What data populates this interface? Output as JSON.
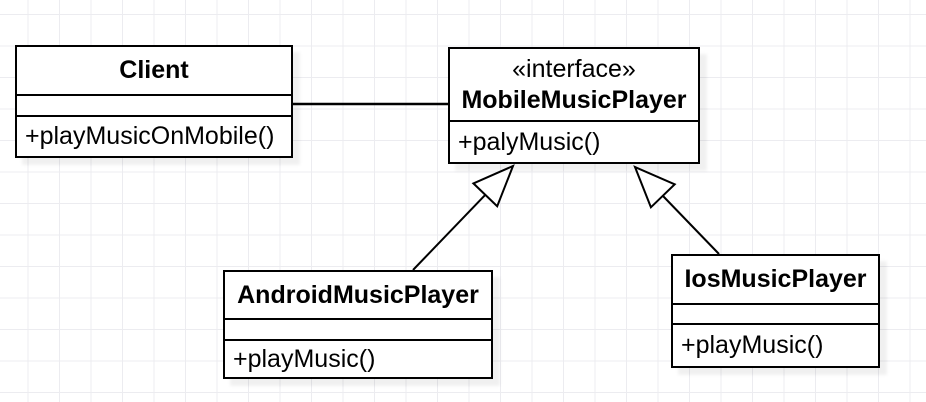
{
  "diagram_type": "uml-class-diagram",
  "canvas": {
    "background_color": "#ffffff",
    "grid_color": "#ececf0",
    "line_color": "#000000",
    "box_fill_color": "#ffffff"
  },
  "classes": {
    "client": {
      "name": "Client",
      "attributes": [],
      "method": "+playMusicOnMobile()"
    },
    "mobileMusicPlayer": {
      "stereotype": "«interface»",
      "name": "MobileMusicPlayer",
      "method": "+palyMusic()"
    },
    "androidMusicPlayer": {
      "name": "AndroidMusicPlayer",
      "attributes": [],
      "method": "+playMusic()"
    },
    "iosMusicPlayer": {
      "name": "IosMusicPlayer",
      "attributes": [],
      "method": "+playMusic()"
    }
  },
  "relationships": [
    {
      "type": "association",
      "from": "Client",
      "to": "MobileMusicPlayer"
    },
    {
      "type": "generalization",
      "from": "AndroidMusicPlayer",
      "to": "MobileMusicPlayer"
    },
    {
      "type": "generalization",
      "from": "IosMusicPlayer",
      "to": "MobileMusicPlayer"
    }
  ]
}
